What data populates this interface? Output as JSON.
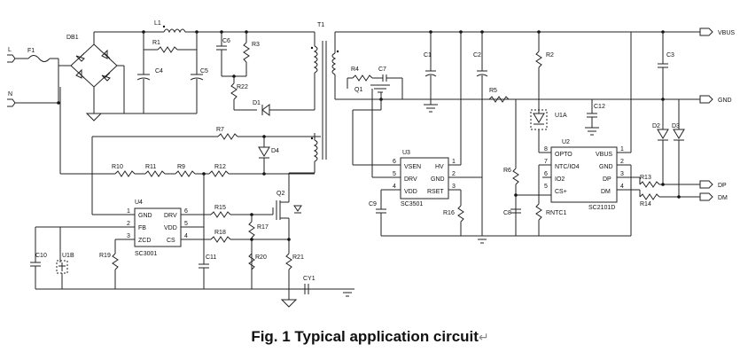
{
  "caption": {
    "text": "Fig. 1 Typical application circuit",
    "mark": "↵"
  },
  "ports": {
    "L": "L",
    "N": "N",
    "VBUS": "VBUS",
    "GND": "GND",
    "DP": "DP",
    "DM": "DM"
  },
  "components": {
    "F1": "F1",
    "DB1": "DB1",
    "L1": "L1",
    "R1": "R1",
    "C4": "C4",
    "C5": "C5",
    "C6": "C6",
    "R3": "R3",
    "R22": "R22",
    "D1": "D1",
    "T1": "T1",
    "R7": "R7",
    "D4": "D4",
    "R10": "R10",
    "R11": "R11",
    "R9": "R9",
    "R12": "R12",
    "Q2": "Q2",
    "R15": "R15",
    "R17": "R17",
    "R18": "R18",
    "R20": "R20",
    "R21": "R21",
    "C10": "C10",
    "U1B": "U1B",
    "R19": "R19",
    "C11": "C11",
    "CY1": "CY1",
    "R4": "R4",
    "C7": "C7",
    "Q1": "Q1",
    "C1": "C1",
    "C2": "C2",
    "C3": "C3",
    "R2": "R2",
    "R5": "R5",
    "U1A": "U1A",
    "C12": "C12",
    "D2": "D2",
    "D3": "D3",
    "R6": "R6",
    "C8": "C8",
    "C9": "C9",
    "R16": "R16",
    "RNTC1": "RNTC1",
    "R13": "R13",
    "R14": "R14"
  },
  "chips": {
    "U4": {
      "ref": "U4",
      "part": "SC3001",
      "pins_left": [
        {
          "num": "1",
          "name": "GND"
        },
        {
          "num": "2",
          "name": "FB"
        },
        {
          "num": "3",
          "name": "ZCD"
        }
      ],
      "pins_right": [
        {
          "num": "6",
          "name": "DRV"
        },
        {
          "num": "5",
          "name": "VDD"
        },
        {
          "num": "4",
          "name": "CS"
        }
      ]
    },
    "U3": {
      "ref": "U3",
      "part": "SC3501",
      "pins_left": [
        {
          "num": "6",
          "name": "VSEN"
        },
        {
          "num": "5",
          "name": "DRV"
        },
        {
          "num": "4",
          "name": "VDD"
        }
      ],
      "pins_right": [
        {
          "num": "1",
          "name": "HV"
        },
        {
          "num": "2",
          "name": "GND"
        },
        {
          "num": "3",
          "name": "RSET"
        }
      ]
    },
    "U2": {
      "ref": "U2",
      "part": "SC2101D",
      "pins_left": [
        {
          "num": "8",
          "name": "OPTO"
        },
        {
          "num": "7",
          "name": "NTC/IO4"
        },
        {
          "num": "6",
          "name": "IO2"
        },
        {
          "num": "5",
          "name": "CS+"
        }
      ],
      "pins_right": [
        {
          "num": "1",
          "name": "VBUS"
        },
        {
          "num": "2",
          "name": "GND"
        },
        {
          "num": "3",
          "name": "DP"
        },
        {
          "num": "4",
          "name": "DM"
        }
      ]
    }
  }
}
